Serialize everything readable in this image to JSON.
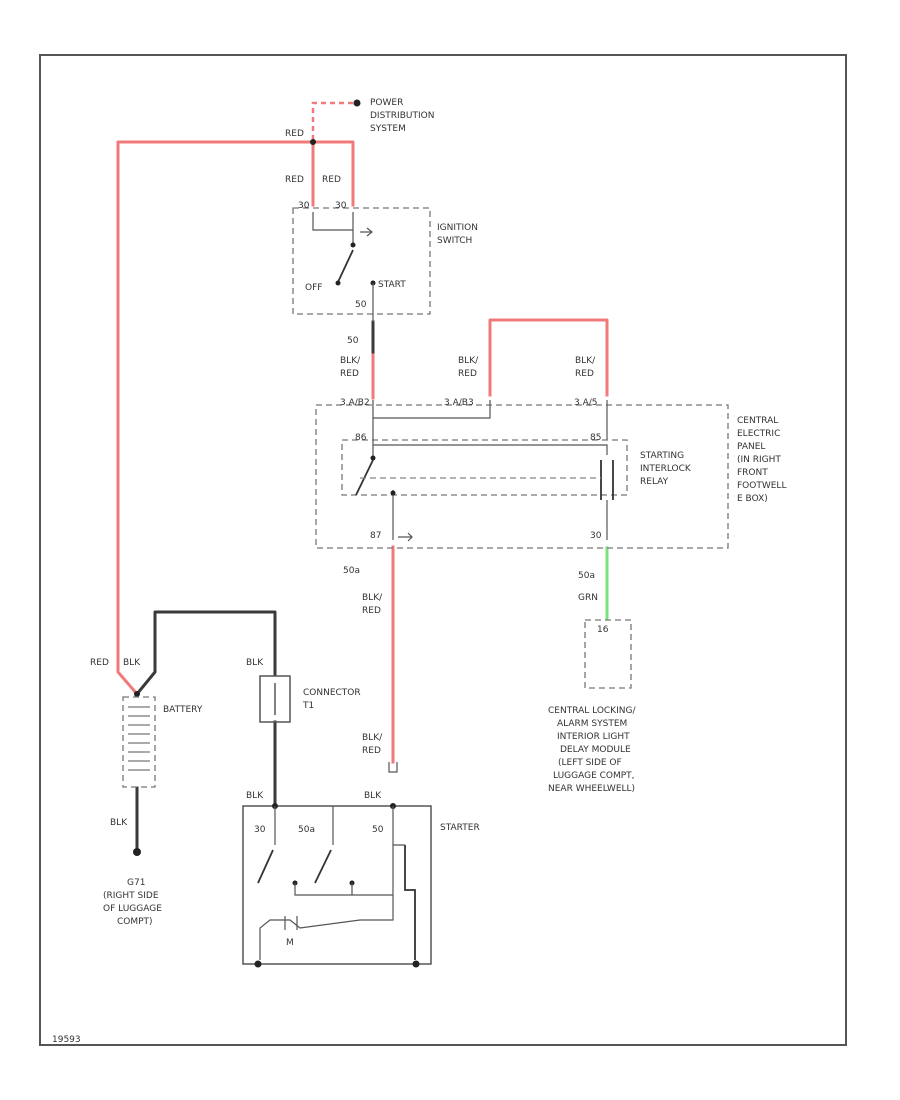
{
  "colors": {
    "red_wire": "#f07a7a",
    "black_wire": "#3a3a3a",
    "green_wire": "#7ee07e",
    "component_outline": "#777777",
    "text": "#333333"
  },
  "power": {
    "label_line1": "POWER",
    "label_line2": "DISTRIBUTION",
    "label_line3": "SYSTEM"
  },
  "ignition_switch": {
    "name_line1": "IGNITION",
    "name_line2": "SWITCH",
    "pin_left": "30",
    "pin_right": "30",
    "pin_50": "50",
    "off_label": "OFF",
    "start_label": "START"
  },
  "wires": {
    "red_top": "RED",
    "red_left": "RED",
    "red_right": "RED",
    "circuit_50": "50",
    "blk_red_a1": "BLK/",
    "blk_red_a2": "RED",
    "blk_red_b1": "BLK/",
    "blk_red_b2": "RED",
    "blk_red_c1": "BLK/",
    "blk_red_c2": "RED",
    "blk_red_d1": "BLK/",
    "blk_red_d2": "RED",
    "blk_red_e1": "BLK/",
    "blk_red_e2": "RED",
    "battery_red": "RED",
    "battery_blk": "BLK",
    "connector_blk": "BLK",
    "starter_blk_left": "BLK",
    "starter_blk_right": "BLK",
    "ground_blk": "BLK",
    "grn": "GRN",
    "circuit_50a": "50a",
    "circuit_50a_b": "50a"
  },
  "central_panel": {
    "line1": "CENTRAL",
    "line2": "ELECTRIC",
    "line3": "PANEL",
    "line4": "(IN RIGHT",
    "line5": "FRONT",
    "line6": "FOOTWELL",
    "line7": "E BOX)",
    "pin_a": "3 A/B2",
    "pin_b": "3 A/B3",
    "pin_c": "3 A/5",
    "pin_d": "86",
    "pin_e": "85",
    "pin_f": "87",
    "pin_g": "30",
    "relay_line1": "STARTING",
    "relay_line2": "INTERLOCK",
    "relay_line3": "RELAY"
  },
  "central_locking": {
    "pin": "16",
    "line1": "CENTRAL LOCKING/",
    "line2": "ALARM SYSTEM",
    "line3": "INTERIOR LIGHT",
    "line4": "DELAY MODULE",
    "line5": "(LEFT SIDE OF",
    "line6": "LUGGAGE COMPT,",
    "line7": "NEAR WHEELWELL)"
  },
  "battery": {
    "label": "BATTERY"
  },
  "connector": {
    "line1": "CONNECTOR",
    "line2": "T1"
  },
  "ground": {
    "line1": "G71",
    "line2": "(RIGHT SIDE",
    "line3": "OF LUGGAGE",
    "line4": "COMPT)"
  },
  "starter": {
    "label": "STARTER",
    "pin_30": "30",
    "pin_50a": "50a",
    "pin_50": "50",
    "motor_label": "M"
  },
  "footer": {
    "code": "19593"
  }
}
